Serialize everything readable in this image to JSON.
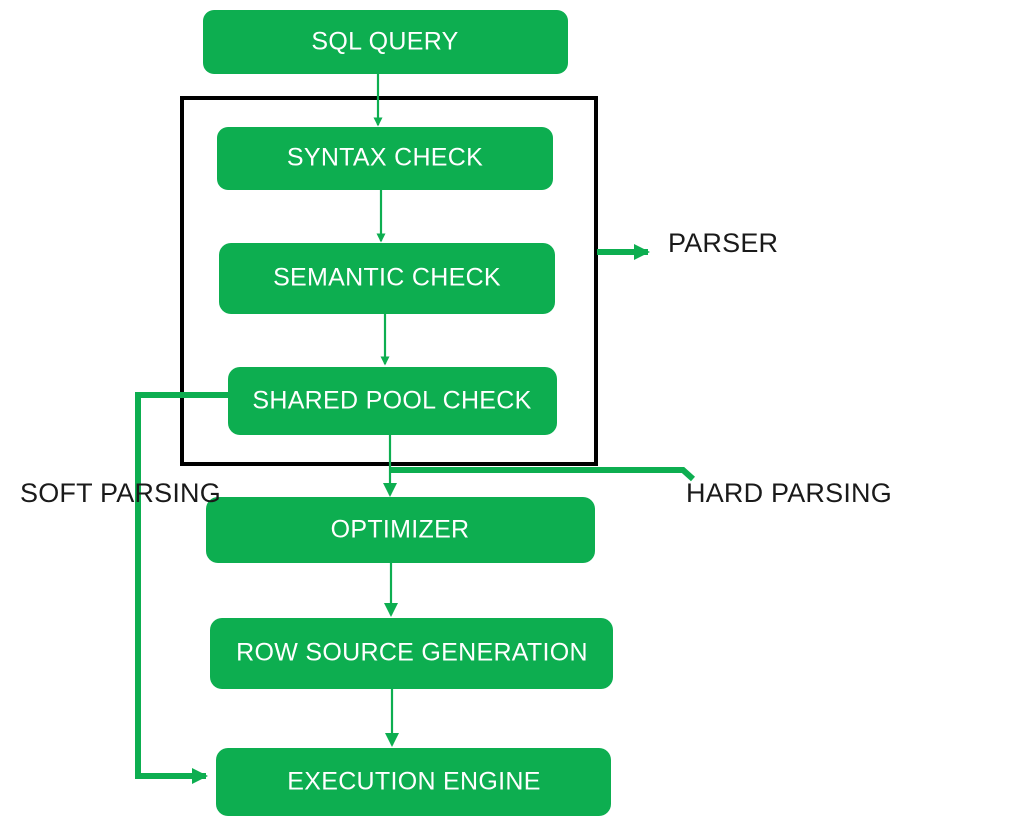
{
  "diagram": {
    "title": "SQL Query Processing Flow",
    "colors": {
      "node_fill": "#0DAE50",
      "node_text": "#FFFFFF",
      "frame_stroke": "#000000",
      "connector": "#0DAE50",
      "label_text": "#1A1A1A",
      "background": "#FFFFFF"
    },
    "nodes": [
      {
        "id": "sql-query",
        "label": "SQL QUERY"
      },
      {
        "id": "syntax-check",
        "label": "SYNTAX CHECK"
      },
      {
        "id": "semantic-check",
        "label": "SEMANTIC CHECK"
      },
      {
        "id": "shared-pool-check",
        "label": "SHARED POOL CHECK"
      },
      {
        "id": "optimizer",
        "label": "OPTIMIZER"
      },
      {
        "id": "row-source-generation",
        "label": "ROW SOURCE GENERATION"
      },
      {
        "id": "execution-engine",
        "label": "EXECUTION ENGINE"
      }
    ],
    "annotations": [
      {
        "id": "parser",
        "label": "PARSER"
      },
      {
        "id": "soft-parsing",
        "label": "SOFT PARSING"
      },
      {
        "id": "hard-parsing",
        "label": "HARD PARSING"
      }
    ],
    "group": {
      "id": "parser-group",
      "contains": [
        "syntax-check",
        "semantic-check",
        "shared-pool-check"
      ]
    },
    "edges": [
      {
        "from": "sql-query",
        "to": "syntax-check",
        "kind": "arrow"
      },
      {
        "from": "syntax-check",
        "to": "semantic-check",
        "kind": "arrow"
      },
      {
        "from": "semantic-check",
        "to": "shared-pool-check",
        "kind": "arrow"
      },
      {
        "from": "shared-pool-check",
        "to": "optimizer",
        "kind": "arrow"
      },
      {
        "from": "optimizer",
        "to": "row-source-generation",
        "kind": "arrow"
      },
      {
        "from": "row-source-generation",
        "to": "execution-engine",
        "kind": "arrow"
      },
      {
        "from": "shared-pool-check",
        "to": "execution-engine",
        "kind": "bypass-arrow",
        "label": "SOFT PARSING"
      },
      {
        "from": "parser-group",
        "to": "hard-parsing",
        "kind": "branch-line",
        "label": "HARD PARSING"
      },
      {
        "from": "parser-group",
        "to": "parser",
        "kind": "callout-arrow",
        "label": "PARSER"
      }
    ]
  }
}
